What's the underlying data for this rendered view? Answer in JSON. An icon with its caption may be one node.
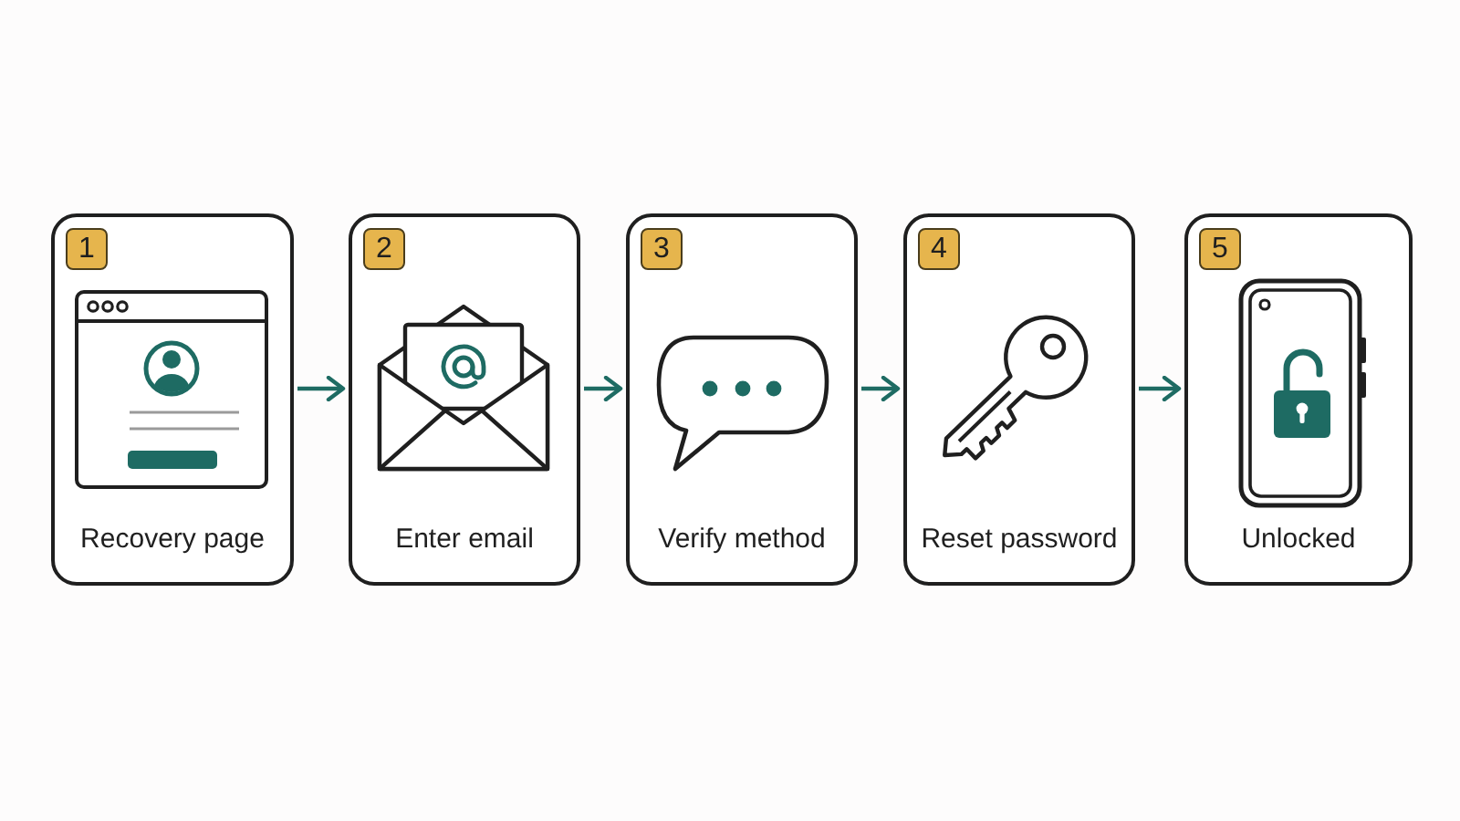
{
  "diagram": {
    "nodes": [
      {
        "text": [
          "1",
          "Recovery page"
        ]
      },
      {
        "text": [
          "2",
          "Enter email"
        ]
      },
      {
        "text": [
          "3",
          "Verify method"
        ]
      },
      {
        "text": [
          "4",
          "Reset password"
        ]
      },
      {
        "text": [
          "5",
          "Unlocked"
        ]
      }
    ],
    "edges": [
      {
        "from": 0,
        "to": 1,
        "arrow": "to"
      },
      {
        "from": 1,
        "to": 2,
        "arrow": "to"
      },
      {
        "from": 2,
        "to": 3,
        "arrow": "to"
      },
      {
        "from": 3,
        "to": 4,
        "arrow": "to"
      }
    ]
  }
}
